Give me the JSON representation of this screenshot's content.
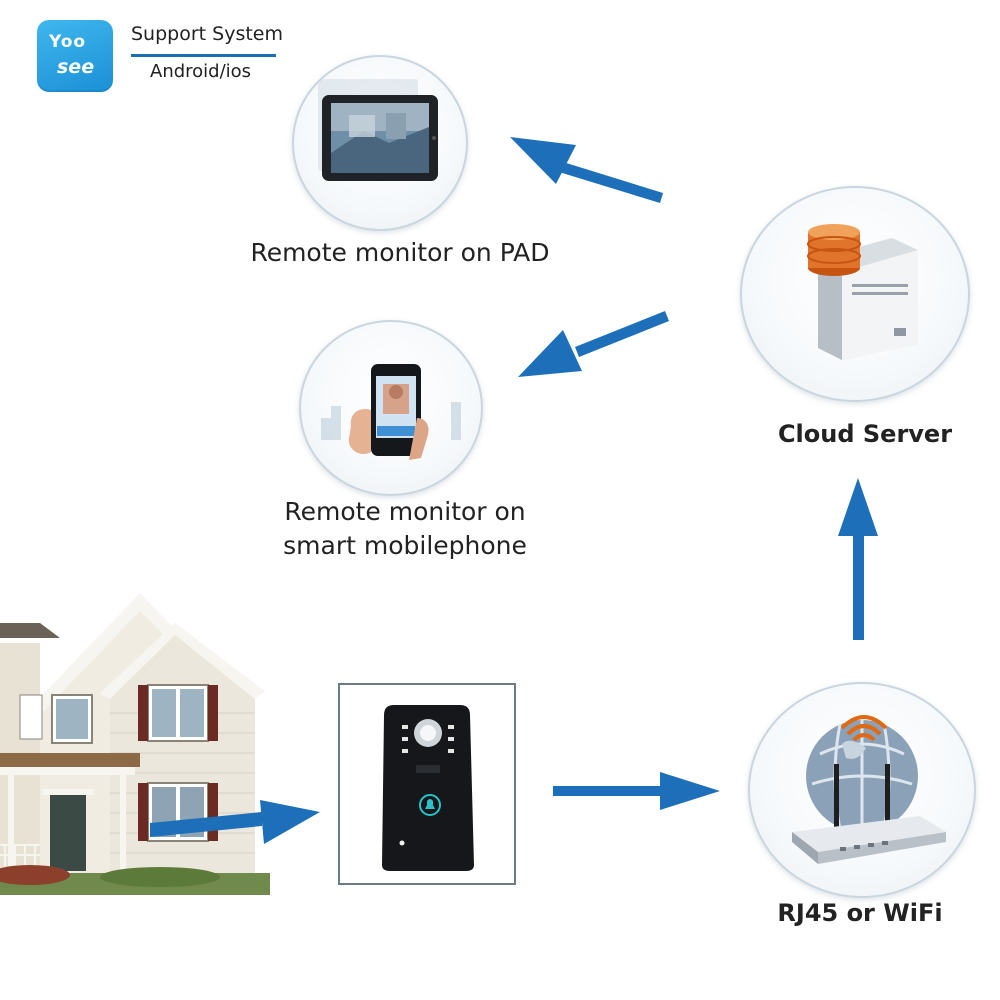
{
  "brand": {
    "logo_line1": "Yoo",
    "logo_line2": "see",
    "support_label": "Support System",
    "platforms": "Android/ios",
    "accent_color": "#1b6fb3"
  },
  "nodes": {
    "pad": {
      "label": "Remote monitor on PAD",
      "icon": "tablet-icon"
    },
    "mobile": {
      "label_line1": "Remote monitor on",
      "label_line2": "smart mobilephone",
      "icon": "smartphone-icon"
    },
    "cloud": {
      "label": "Cloud Server",
      "icon": "server-icon"
    },
    "router": {
      "label": "RJ45 or WiFi",
      "icon": "router-icon"
    },
    "doorbell": {
      "icon": "doorbell-icon"
    },
    "house": {
      "icon": "house-icon"
    }
  }
}
